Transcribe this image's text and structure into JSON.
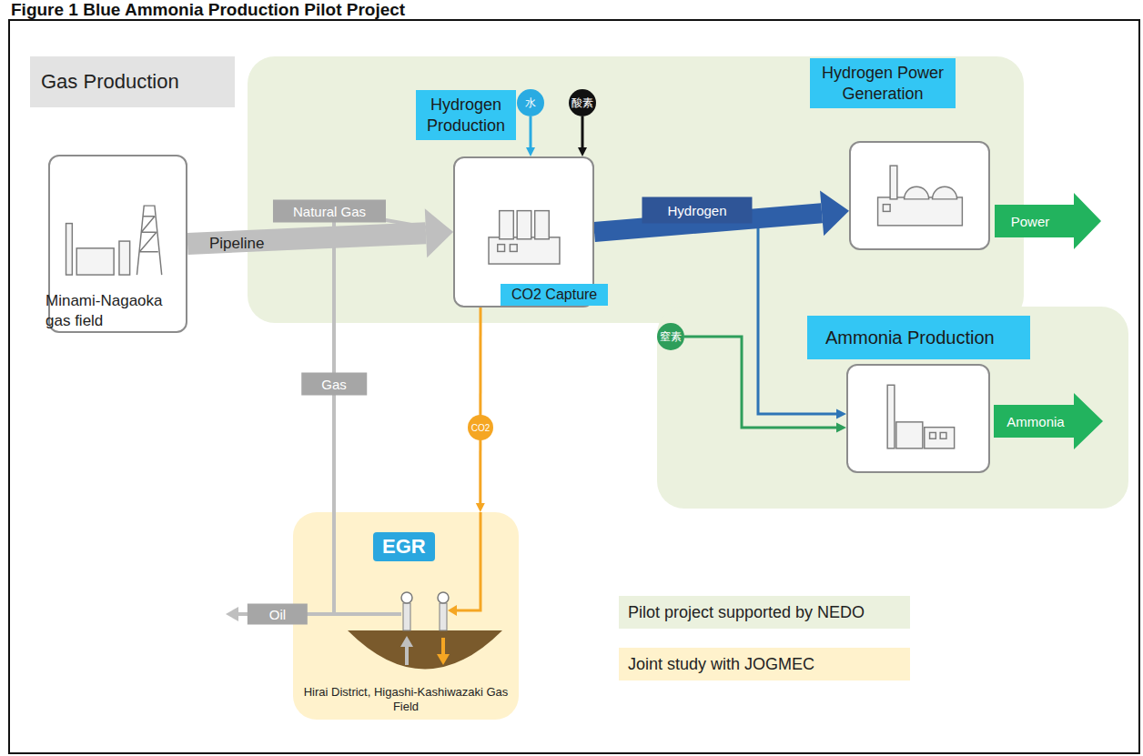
{
  "diagram": {
    "title": "Figure 1 Blue Ammonia Production Pilot Project",
    "nodes": [
      {
        "text": [
          "Gas Production"
        ]
      },
      {
        "text": [
          "Minami-Nagaoka gas field"
        ]
      },
      {
        "text": [
          "水"
        ]
      },
      {
        "text": [
          "酸素"
        ]
      },
      {
        "text": [
          "Hydrogen Production",
          "CO2 Capture"
        ]
      },
      {
        "text": [
          "Hydrogen Power Generation"
        ]
      },
      {
        "text": [
          "窒素"
        ]
      },
      {
        "text": [
          "Ammonia Production"
        ]
      },
      {
        "text": [
          "EGR",
          "Hirai District, Higashi-Kashiwazaki Gas Field"
        ]
      }
    ],
    "edges": [
      {
        "from": 1,
        "to": 4,
        "label": "Natural Gas",
        "arrow": "to"
      },
      {
        "from": 2,
        "to": 4,
        "arrow": "to"
      },
      {
        "from": 3,
        "to": 4,
        "arrow": "to"
      },
      {
        "from": 4,
        "to": 5,
        "label": "Hydrogen",
        "arrow": "to"
      },
      {
        "from": 4,
        "to": 7,
        "arrow": "to"
      },
      {
        "from": 6,
        "to": 7,
        "arrow": "to"
      },
      {
        "from": 4,
        "to": 8,
        "label": "CO2",
        "arrow": "to"
      },
      {
        "from": 8,
        "to": 4,
        "label": "Gas",
        "arrow": "to"
      }
    ],
    "labels": [
      "Pipeline",
      "Power",
      "Ammonia",
      "Oil"
    ],
    "legend": [
      {
        "text": "Pilot project supported by NEDO",
        "color": "#ebf1de"
      },
      {
        "text": "Joint study with JOGMEC",
        "color": "#fff2cc"
      }
    ]
  }
}
